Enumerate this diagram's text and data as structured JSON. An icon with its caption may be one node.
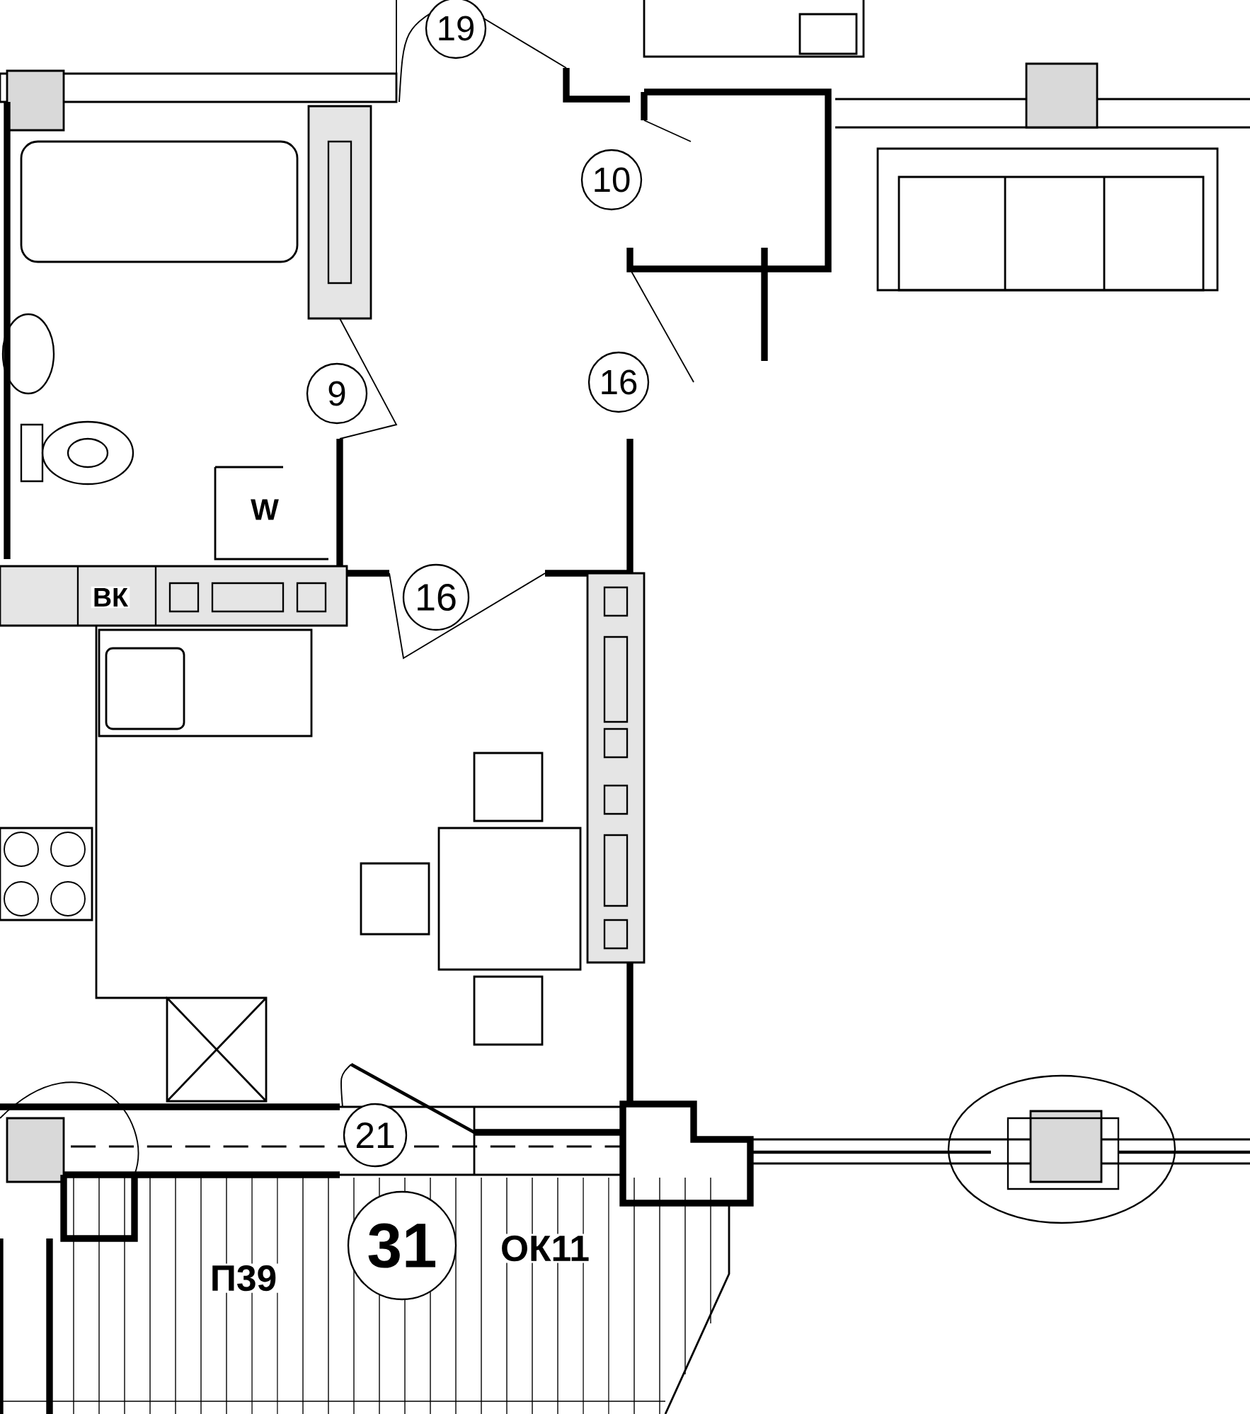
{
  "diagram": {
    "nodes": [
      {
        "text": [
          "19"
        ]
      },
      {
        "text": [
          "10"
        ]
      },
      {
        "text": [
          "16"
        ]
      },
      {
        "text": [
          "9"
        ]
      },
      {
        "text": [
          "16"
        ]
      },
      {
        "text": [
          "21"
        ]
      },
      {
        "text": [
          "31"
        ]
      }
    ],
    "labels": [
      "W",
      "ВК",
      "П39",
      "ОК11"
    ]
  }
}
